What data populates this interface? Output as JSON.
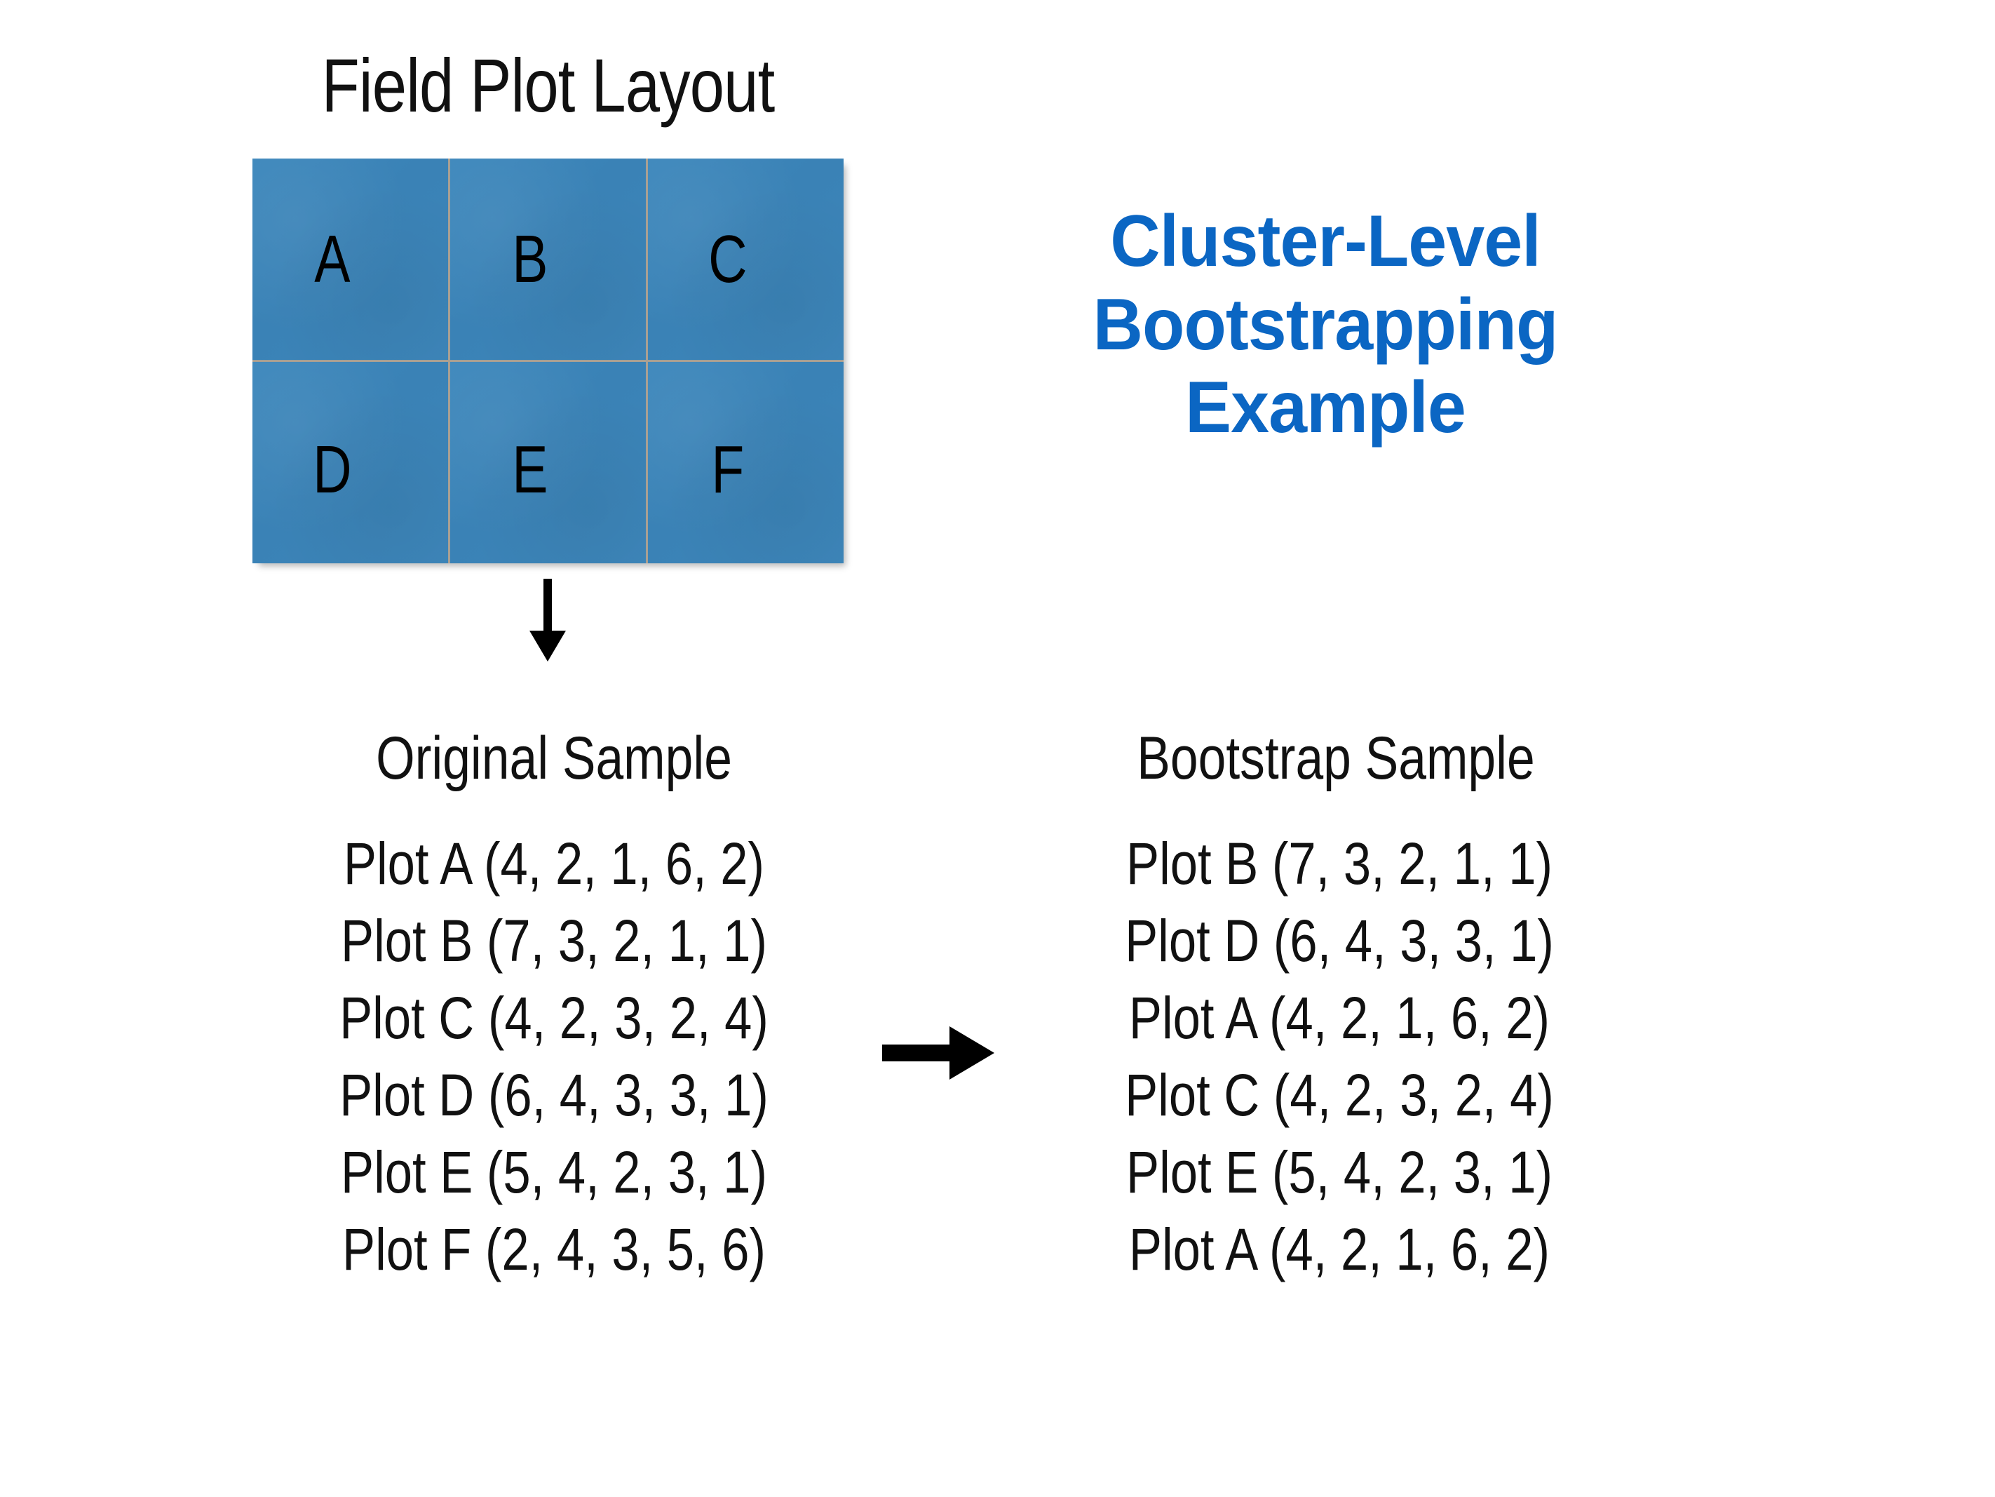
{
  "field_plot": {
    "title": "Field Plot Layout",
    "cells": [
      {
        "label": "A"
      },
      {
        "label": "B"
      },
      {
        "label": "C"
      },
      {
        "label": "D"
      },
      {
        "label": "E"
      },
      {
        "label": "F"
      }
    ],
    "cell_color": "#3d85ba",
    "gridline_color": "#a9a093"
  },
  "main_title": {
    "line1": "Cluster-Level",
    "line2": "Bootstrapping",
    "line3": "Example",
    "color": "#0b66c3"
  },
  "original_sample": {
    "heading": "Original Sample",
    "rows": [
      "Plot A (4, 2, 1, 6, 2)",
      "Plot B (7, 3, 2, 1, 1)",
      "Plot C (4, 2, 3, 2, 4)",
      "Plot D (6, 4, 3, 3, 1)",
      "Plot E (5, 4, 2, 3, 1)",
      "Plot F (2, 4, 3, 5, 6)"
    ]
  },
  "bootstrap_sample": {
    "heading": "Bootstrap Sample",
    "rows": [
      "Plot B (7, 3, 2, 1, 1)",
      "Plot D (6, 4, 3, 3, 1)",
      "Plot A (4, 2, 1, 6, 2)",
      "Plot C (4, 2, 3, 2, 4)",
      "Plot E (5, 4, 2, 3, 1)",
      "Plot A (4, 2, 1, 6, 2)"
    ]
  },
  "arrows": {
    "down": "down-arrow",
    "right": "right-arrow"
  }
}
